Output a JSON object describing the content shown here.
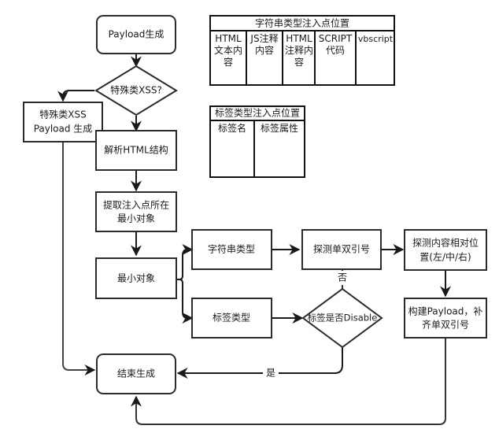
{
  "diagram": {
    "nodes": {
      "start": {
        "label": [
          "Payload生成"
        ],
        "shape": "rounded"
      },
      "special_check": {
        "label": [
          "特殊类XSS?"
        ],
        "shape": "diamond"
      },
      "special_gen": {
        "label": [
          "特殊类XSS",
          "Payload 生成"
        ],
        "shape": "rect"
      },
      "parse_html": {
        "label": [
          "解析HTML结构"
        ],
        "shape": "rect"
      },
      "extract_min": {
        "label": [
          "提取注入点所在",
          "最小对象"
        ],
        "shape": "rect"
      },
      "min_object": {
        "label": [
          "最小对象"
        ],
        "shape": "rect"
      },
      "string_type": {
        "label": [
          "字符串类型"
        ],
        "shape": "rect"
      },
      "tag_type": {
        "label": [
          "标签类型"
        ],
        "shape": "rect"
      },
      "detect_quotes": {
        "label": [
          "探测单双引号"
        ],
        "shape": "rect"
      },
      "detect_position": {
        "label": [
          "探测内容相对位",
          "置(左/中/右)"
        ],
        "shape": "rect"
      },
      "tag_disable": {
        "label": [
          "标签是否Disable"
        ],
        "shape": "diamond"
      },
      "build_payload": {
        "label": [
          "构建Payload，补",
          "齐单双引号"
        ],
        "shape": "rect"
      },
      "end": {
        "label": [
          "结束生成"
        ],
        "shape": "rounded"
      }
    },
    "edges": [
      {
        "from": "start",
        "to": "special_check",
        "label": ""
      },
      {
        "from": "special_check",
        "to": "special_gen",
        "label": ""
      },
      {
        "from": "special_check",
        "to": "parse_html",
        "label": ""
      },
      {
        "from": "special_gen",
        "to": "end",
        "label": ""
      },
      {
        "from": "parse_html",
        "to": "extract_min",
        "label": ""
      },
      {
        "from": "extract_min",
        "to": "min_object",
        "label": ""
      },
      {
        "from": "min_object",
        "to": "string_type",
        "label": ""
      },
      {
        "from": "min_object",
        "to": "tag_type",
        "label": ""
      },
      {
        "from": "string_type",
        "to": "detect_quotes",
        "label": ""
      },
      {
        "from": "detect_quotes",
        "to": "detect_position",
        "label": ""
      },
      {
        "from": "tag_type",
        "to": "tag_disable",
        "label": ""
      },
      {
        "from": "tag_disable",
        "to": "detect_quotes",
        "label": "否"
      },
      {
        "from": "tag_disable",
        "to": "end",
        "label": "是"
      },
      {
        "from": "detect_position",
        "to": "build_payload",
        "label": ""
      },
      {
        "from": "build_payload",
        "to": "end",
        "label": ""
      }
    ],
    "string_table": {
      "title": "字符串类型注入点位置",
      "columns": [
        [
          "HTML",
          "文本内",
          "容"
        ],
        [
          "JS注释",
          "内容"
        ],
        [
          "HTML",
          "注释内",
          "容"
        ],
        [
          "SCRIPT",
          "代码"
        ],
        [
          "vbscript"
        ]
      ]
    },
    "tag_table": {
      "title": "标签类型注入点位置",
      "columns": [
        [
          "标签名"
        ],
        [
          "标签属性"
        ]
      ]
    }
  }
}
